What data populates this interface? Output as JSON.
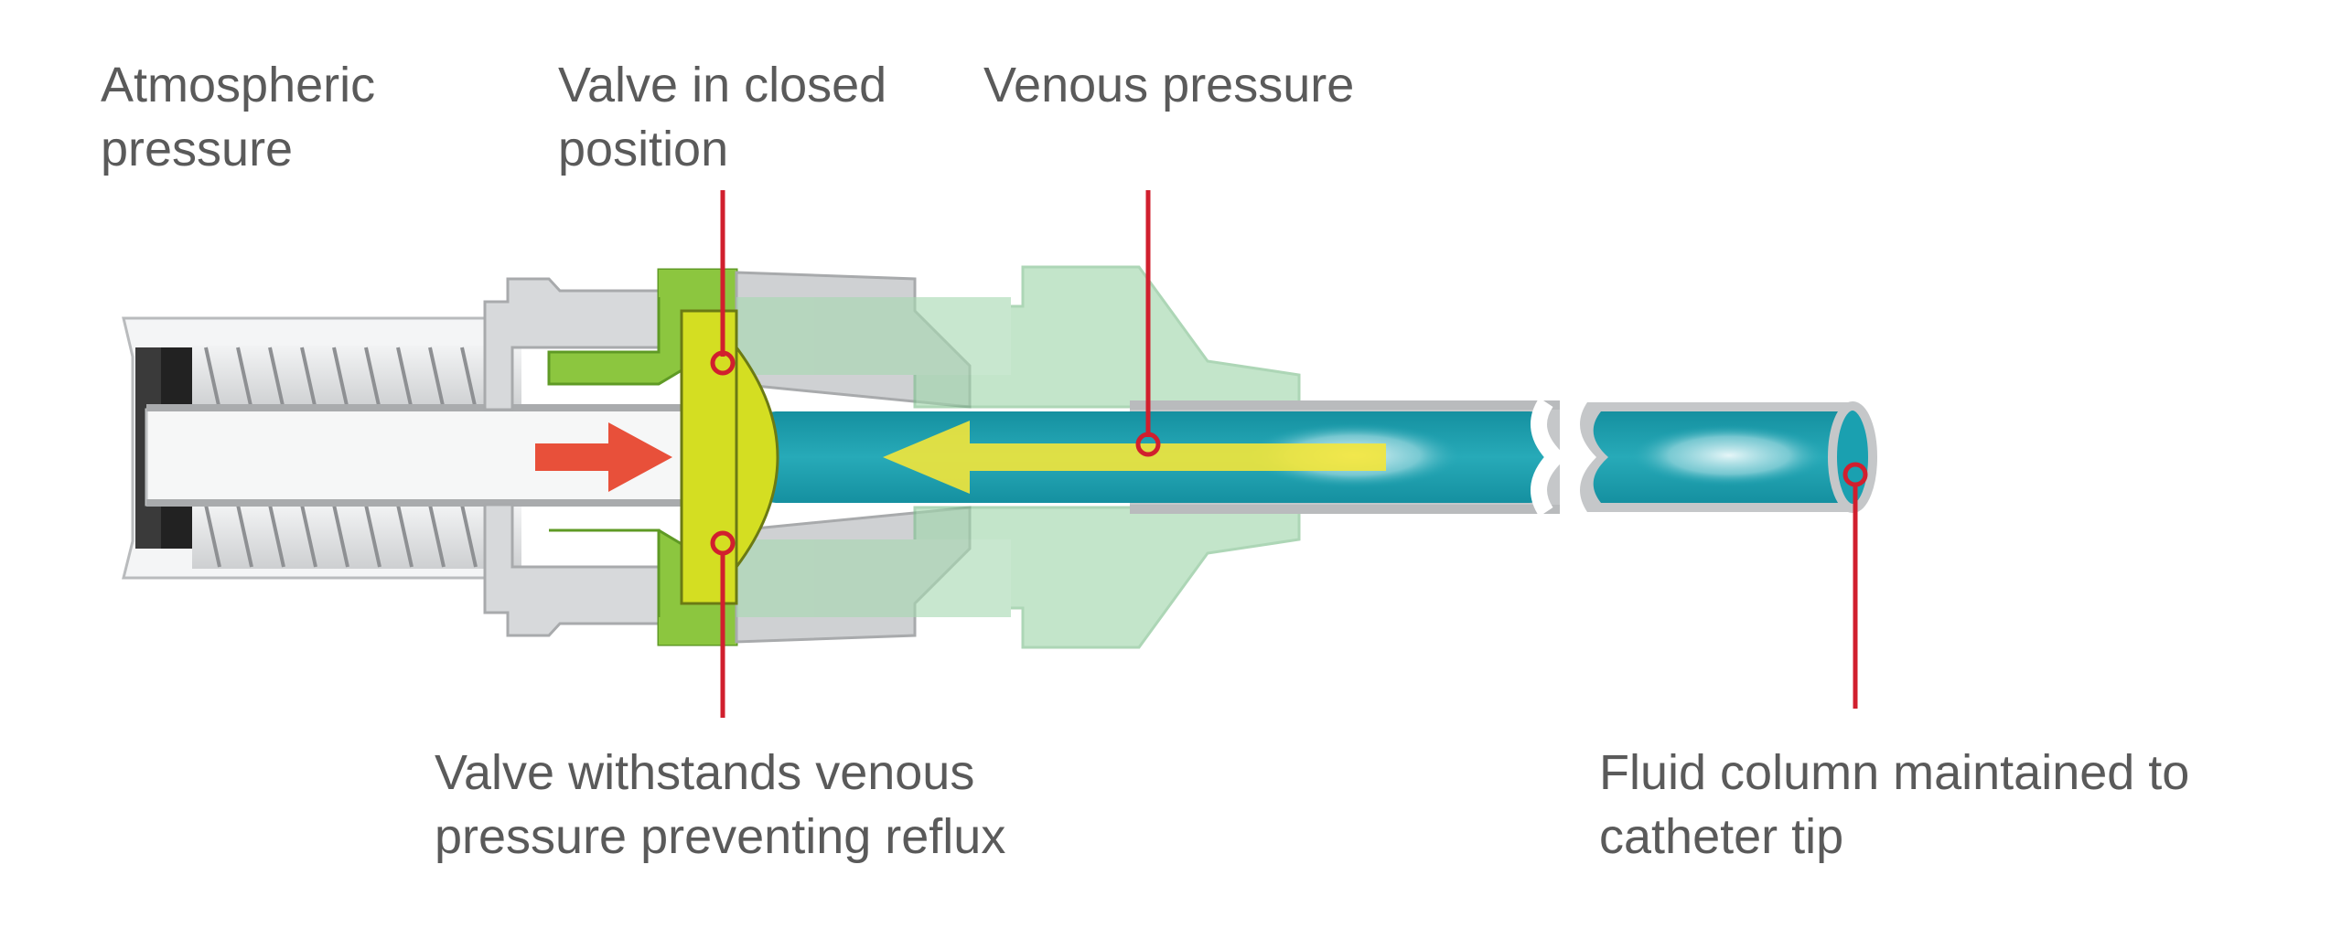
{
  "labels": {
    "atmospheric": [
      "Atmospheric",
      "pressure"
    ],
    "valve_closed": [
      "Valve in closed",
      "position"
    ],
    "venous": [
      "Venous pressure"
    ],
    "valve_withstands": [
      "Valve withstands venous",
      "pressure preventing reflux"
    ],
    "fluid_column": [
      "Fluid column maintained to",
      "catheter tip"
    ]
  },
  "colors": {
    "label_text": "#5a5a5a",
    "leader_line": "#d11f2e",
    "valve_green": "#8cc63f",
    "valve_disc": "#d4de22",
    "fluid": "#1aa0b0",
    "housing_gray": "#d7d9db",
    "connector_translucent_green": "#9fd6ab",
    "flow_arrow_red": "#e8503a",
    "flow_arrow_yellow": "#f3e63a"
  },
  "icons": {
    "flow_in": "arrow-right-icon",
    "reflux_pressure": "arrow-left-icon"
  }
}
